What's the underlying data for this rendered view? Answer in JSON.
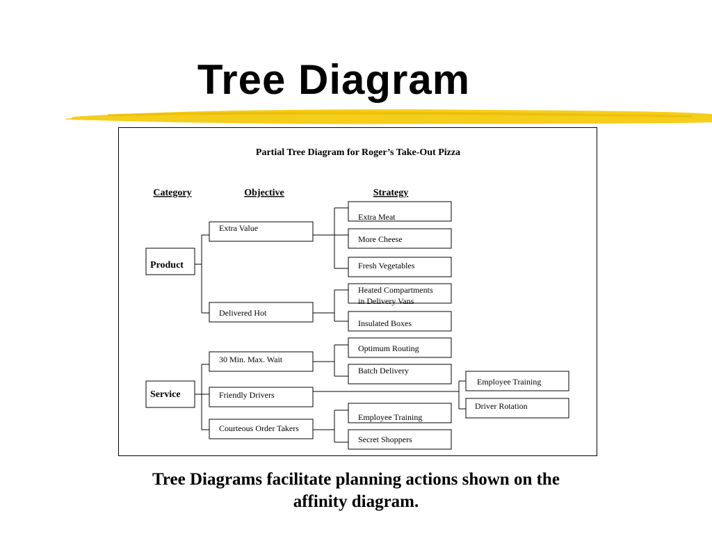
{
  "slide": {
    "title": "Tree Diagram",
    "caption_line1": "Tree Diagrams facilitate planning actions shown on the",
    "caption_line2": "affinity diagram."
  },
  "accent_color": "#F5CE1C",
  "diagram": {
    "title": "Partial Tree Diagram for Roger’s Take-Out Pizza",
    "headers": {
      "category": "Category",
      "objective": "Objective",
      "strategy": "Strategy"
    },
    "categories": [
      {
        "id": "product",
        "label": "Product"
      },
      {
        "id": "service",
        "label": "Service"
      }
    ],
    "objectives": [
      {
        "id": "extra-value",
        "label": "Extra Value",
        "parent": "product"
      },
      {
        "id": "delivered-hot",
        "label": "Delivered Hot",
        "parent": "product"
      },
      {
        "id": "max-wait",
        "label": "30 Min. Max. Wait",
        "parent": "service"
      },
      {
        "id": "friendly-drivers",
        "label": "Friendly Drivers",
        "parent": "service"
      },
      {
        "id": "courteous-order-takers",
        "label": "Courteous Order Takers",
        "parent": "service"
      }
    ],
    "strategies": [
      {
        "id": "extra-meat",
        "lines": [
          "Extra Meat"
        ],
        "parent": "extra-value"
      },
      {
        "id": "more-cheese",
        "lines": [
          "More Cheese"
        ],
        "parent": "extra-value"
      },
      {
        "id": "fresh-vegetables",
        "lines": [
          "Fresh Vegetables"
        ],
        "parent": "extra-value"
      },
      {
        "id": "heated-compartments",
        "lines": [
          "Heated Compartments",
          "in Delivery Vans"
        ],
        "parent": "delivered-hot"
      },
      {
        "id": "insulated-boxes",
        "lines": [
          "Insulated Boxes"
        ],
        "parent": "delivered-hot"
      },
      {
        "id": "optimum-routing",
        "lines": [
          "Optimum Routing"
        ],
        "parent": "max-wait"
      },
      {
        "id": "batch-delivery",
        "lines": [
          "Batch Delivery"
        ],
        "parent": "max-wait"
      },
      {
        "id": "employee-training-a",
        "lines": [
          "Employee Training"
        ],
        "parent": "courteous-order-takers"
      },
      {
        "id": "secret-shoppers",
        "lines": [
          "Secret Shoppers"
        ],
        "parent": "courteous-order-takers"
      }
    ],
    "sub_strategies": [
      {
        "id": "employee-training-b",
        "lines": [
          "Employee Training"
        ],
        "parent": "friendly-drivers"
      },
      {
        "id": "driver-rotation",
        "lines": [
          "Driver Rotation"
        ],
        "parent": "friendly-drivers"
      }
    ]
  }
}
